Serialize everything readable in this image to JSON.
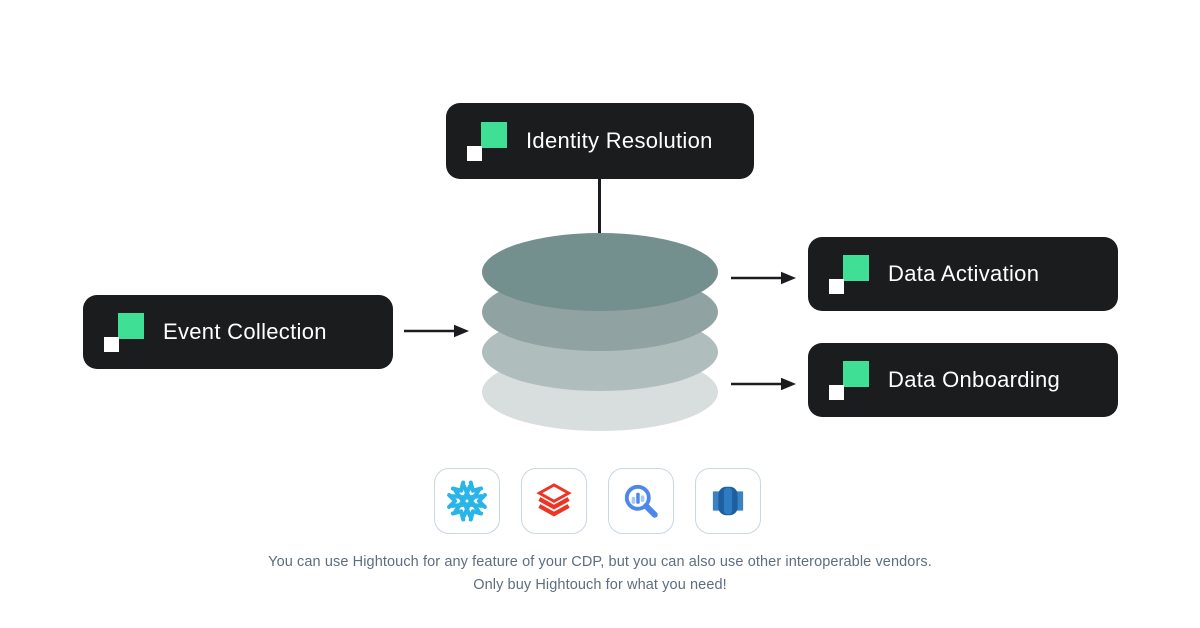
{
  "page": {
    "background": "#ffffff"
  },
  "badge_style": {
    "background": "#1a1c1e",
    "text_color": "#ffffff"
  },
  "logo": {
    "name": "hightouch-logo",
    "green": "#40df96",
    "white": "#ffffff"
  },
  "badges": {
    "identity_resolution": {
      "label": "Identity Resolution"
    },
    "event_collection": {
      "label": "Event Collection"
    },
    "data_activation": {
      "label": "Data Activation"
    },
    "data_onboarding": {
      "label": "Data Onboarding"
    }
  },
  "connectors": {
    "color": "#1a1c1f"
  },
  "cylinder": {
    "name": "cdp-data-store",
    "layers": [
      "#73908e",
      "#90a3a2",
      "#afbdbd",
      "#d7dedd"
    ]
  },
  "vendors": {
    "items": [
      {
        "icon": "snowflake-icon",
        "brand_color": "#29b5e8"
      },
      {
        "icon": "databricks-icon",
        "brand_color": "#ee3524"
      },
      {
        "icon": "bigquery-icon",
        "brand_color": "#4e86ec",
        "accent_color": "#a6c5f9"
      },
      {
        "icon": "redshift-icon",
        "brand_color": "#1d5f9f",
        "accent_color": "#3b82c4"
      }
    ]
  },
  "caption": {
    "color": "#5e6e7e",
    "line1": "You can use Hightouch for any feature of your CDP, but you can also use other interoperable vendors.",
    "line2": "Only buy Hightouch for what you need!"
  }
}
